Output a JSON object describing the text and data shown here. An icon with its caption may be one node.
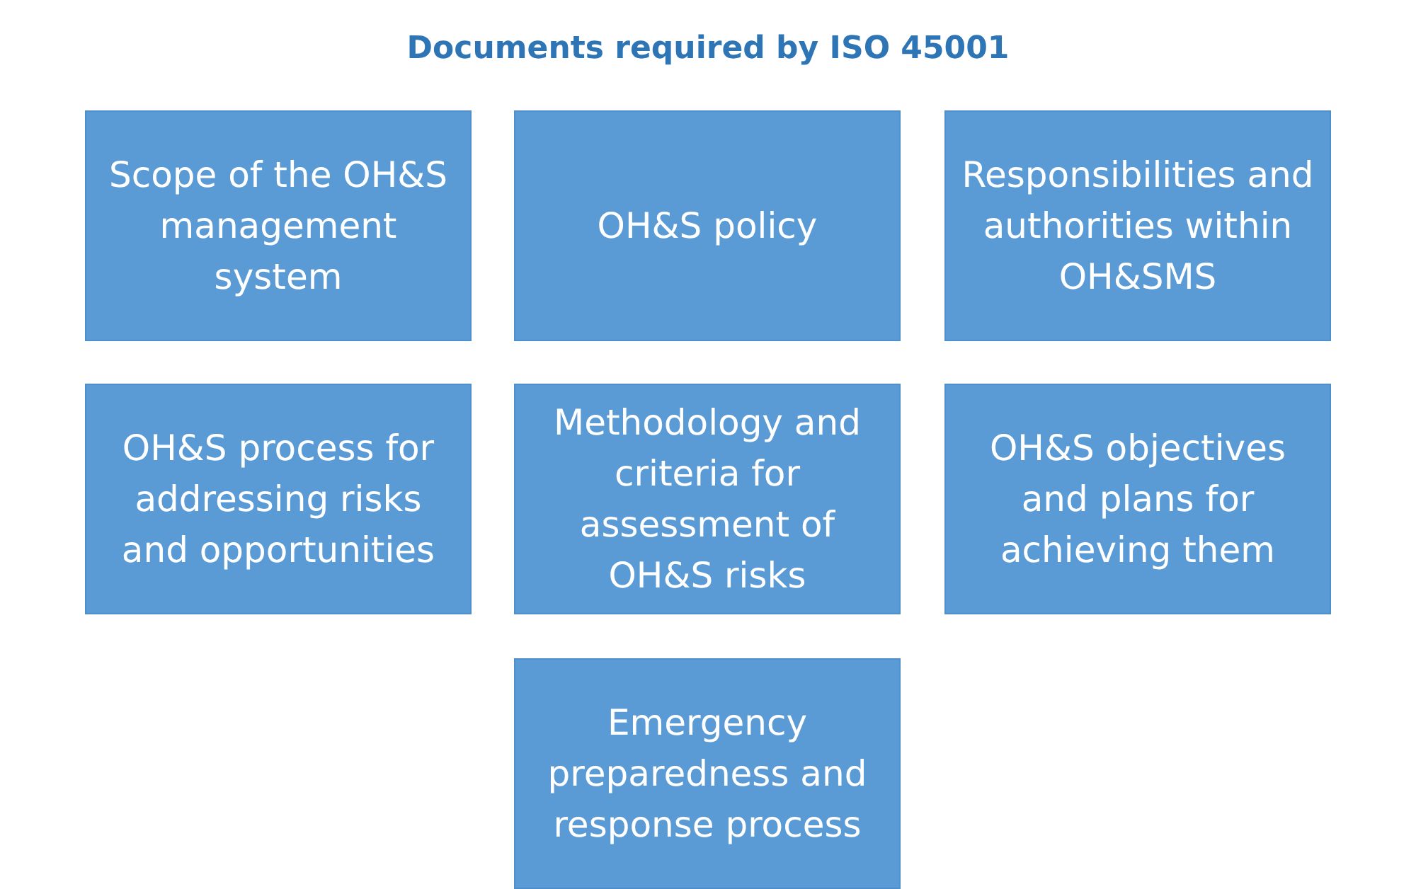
{
  "diagram": {
    "title": "Documents required by ISO 45001",
    "nodes": [
      {
        "text": [
          "Scope of the OH&S management system"
        ]
      },
      {
        "text": [
          "OH&S policy"
        ]
      },
      {
        "text": [
          "Responsibilities and authorities within OH&SMS"
        ]
      },
      {
        "text": [
          "OH&S process for addressing risks and opportunities"
        ]
      },
      {
        "text": [
          "Methodology and criteria for assessment of OH&S risks"
        ]
      },
      {
        "text": [
          "OH&S objectives and plans for achieving them"
        ]
      },
      {
        "text": [
          "Emergency preparedness and response process"
        ]
      }
    ]
  }
}
